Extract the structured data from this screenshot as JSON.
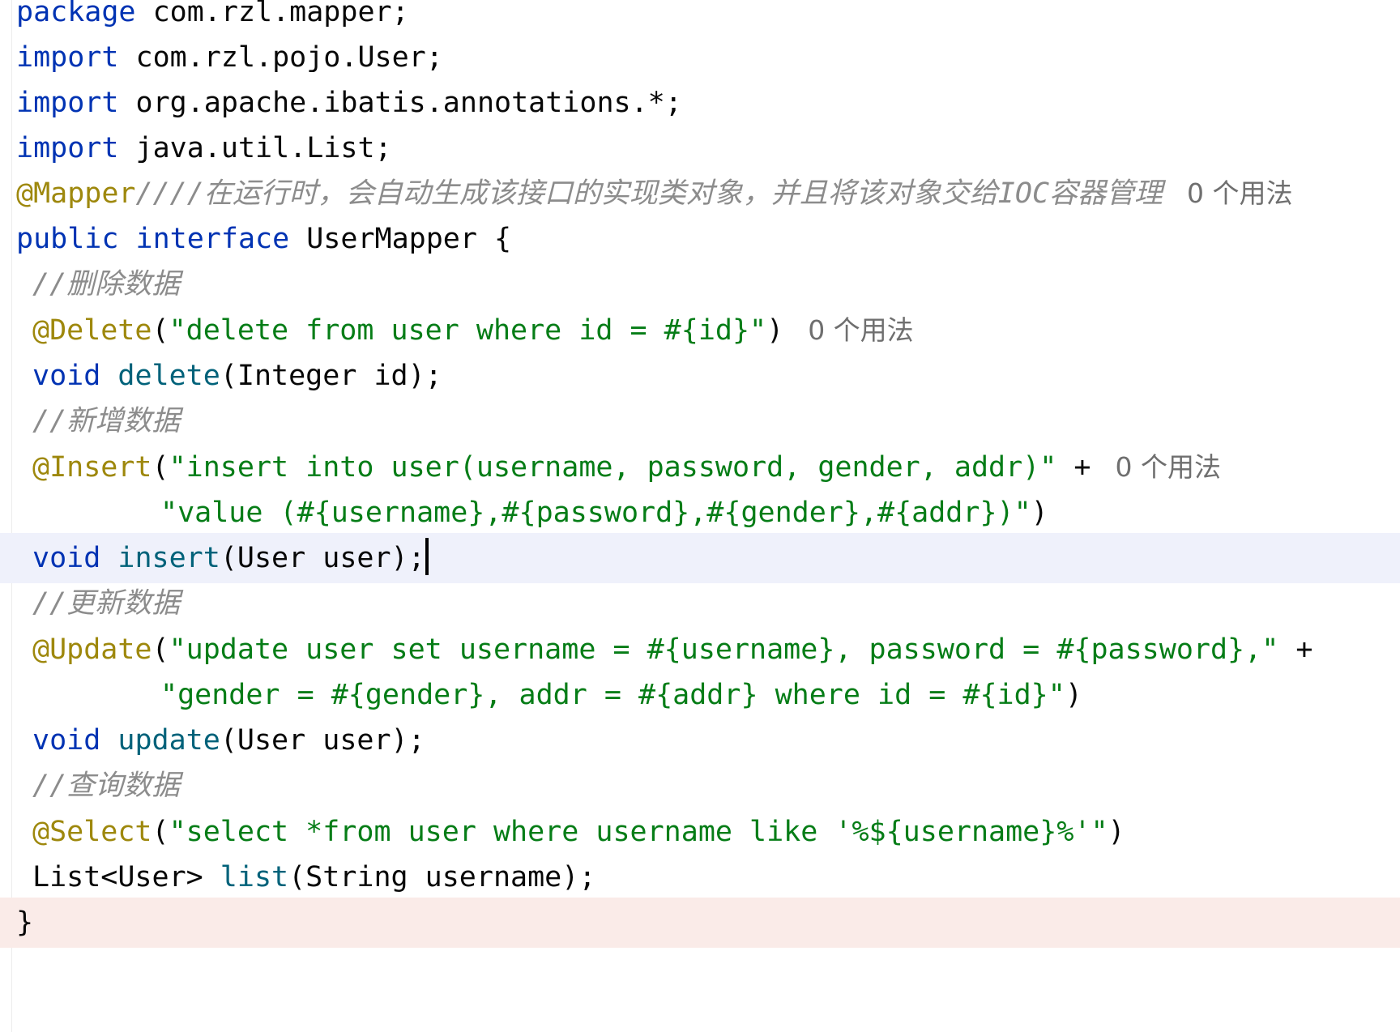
{
  "editor": {
    "usage_hint": "0 个用法",
    "lines": {
      "package_kw": "package",
      "package_name": " com.rzl.mapper;",
      "import_kw": "import",
      "import1_name": " com.rzl.pojo.User;",
      "import2_name": " org.apache.ibatis.annotations.*;",
      "import3_name": " java.util.List;",
      "mapper_ann": "@Mapper",
      "mapper_comment": "////在运行时，会自动生成该接口的实现类对象，并且将该对象交给IOC容器管理",
      "public_kw": "public",
      "interface_kw": " interface",
      "interface_name": " UserMapper {",
      "comment_delete": "//删除数据",
      "delete_ann": "@Delete",
      "delete_sql": "\"delete from user where id = #{id}\"",
      "void_kw": "void",
      "delete_fn": "delete",
      "delete_params": "(Integer id);",
      "comment_insert": "//新增数据",
      "insert_ann": "@Insert",
      "insert_sql1": "\"insert into user(username, password, gender, addr)\"",
      "plus": " +",
      "insert_sql2": "\"value (#{username},#{password},#{gender},#{addr})\"",
      "insert_fn": "insert",
      "insert_params": "(User user);",
      "comment_update": "//更新数据",
      "update_ann": "@Update",
      "update_sql1": "\"update user set username = #{username}, password = #{password},\"",
      "update_sql2": "\"gender = #{gender}, addr = #{addr} where id = #{id}\"",
      "update_fn": "update",
      "update_params": "(User user);",
      "comment_select": "//查询数据",
      "select_ann": "@Select",
      "select_sql": "\"select *from user where username like '%${username}%'\"",
      "list_type": "List<User> ",
      "list_fn": "list",
      "list_params": "(String username);",
      "closing_brace": "}"
    }
  }
}
